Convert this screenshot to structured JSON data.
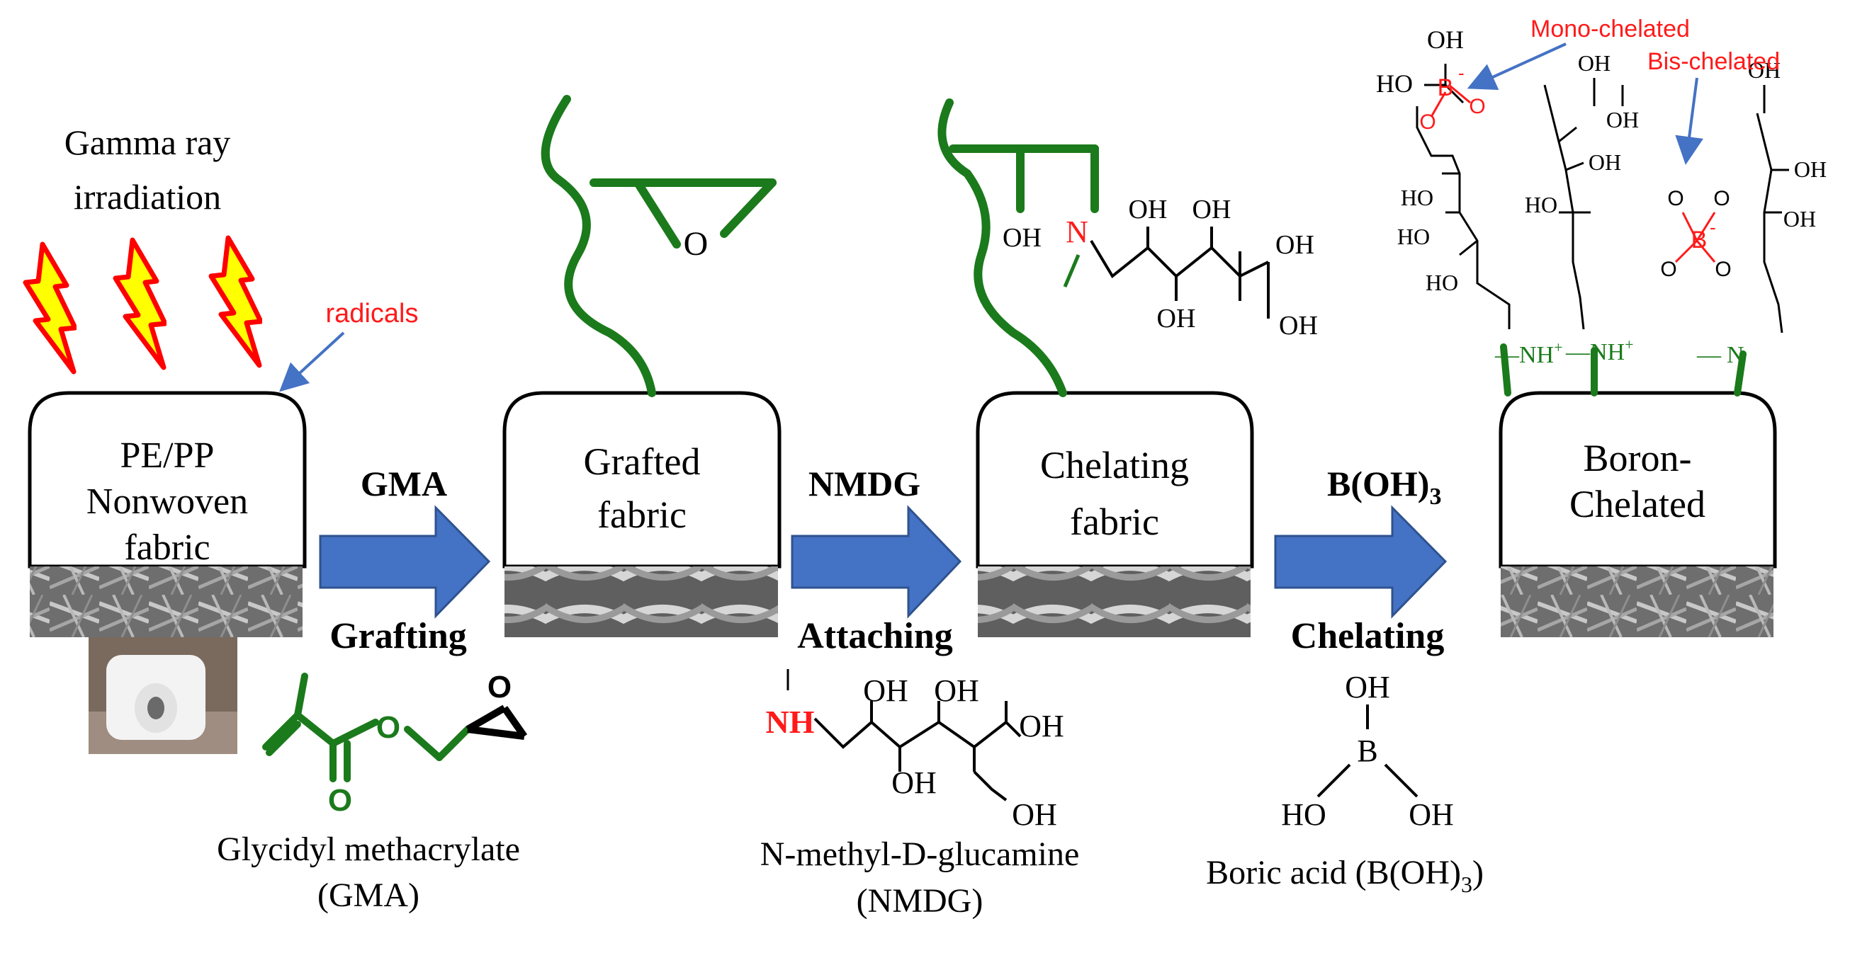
{
  "colors": {
    "green": "#1b7a1b",
    "red": "#ff1a1a",
    "arrow_fill": "#4472c4",
    "arrow_stroke": "#2f528f",
    "annotation_blue": "#4472c4",
    "lightning_fill": "#ffff00",
    "lightning_stroke": "#ff0000",
    "black": "#000000"
  },
  "irradiation": {
    "line1": "Gamma ray",
    "line2": "irradiation",
    "radicals": "radicals"
  },
  "stages": [
    {
      "line1": "PE/PP",
      "line2": "Nonwoven",
      "line3": "fabric"
    },
    {
      "line1": "Grafted",
      "line2": "fabric"
    },
    {
      "line1": "Chelating",
      "line2": "fabric"
    },
    {
      "line1": "Boron-",
      "line2": "Chelated"
    }
  ],
  "steps": [
    {
      "reagent": "GMA",
      "action": "Grafting"
    },
    {
      "reagent": "NMDG",
      "action": "Attaching"
    },
    {
      "reagent": "B(OH)",
      "reagent_sub": "3",
      "action": "Chelating"
    }
  ],
  "chemicals": {
    "gma": {
      "name_line1": "Glycidyl methacrylate",
      "name_line2": "(GMA)"
    },
    "nmdg": {
      "name_line1": "N-methyl-D-glucamine",
      "name_line2": "(NMDG)"
    },
    "boric": {
      "name_prefix": "Boric acid (B(OH)",
      "name_sub": "3",
      "name_suffix": ")"
    }
  },
  "atoms": {
    "O": "O",
    "OH": "OH",
    "HO": "HO",
    "N": "N",
    "NH": "NH",
    "B": "B",
    "minus": "-",
    "plus": "+"
  },
  "labels": {
    "mono": "Mono-chelated",
    "bis": "Bis-chelated"
  }
}
